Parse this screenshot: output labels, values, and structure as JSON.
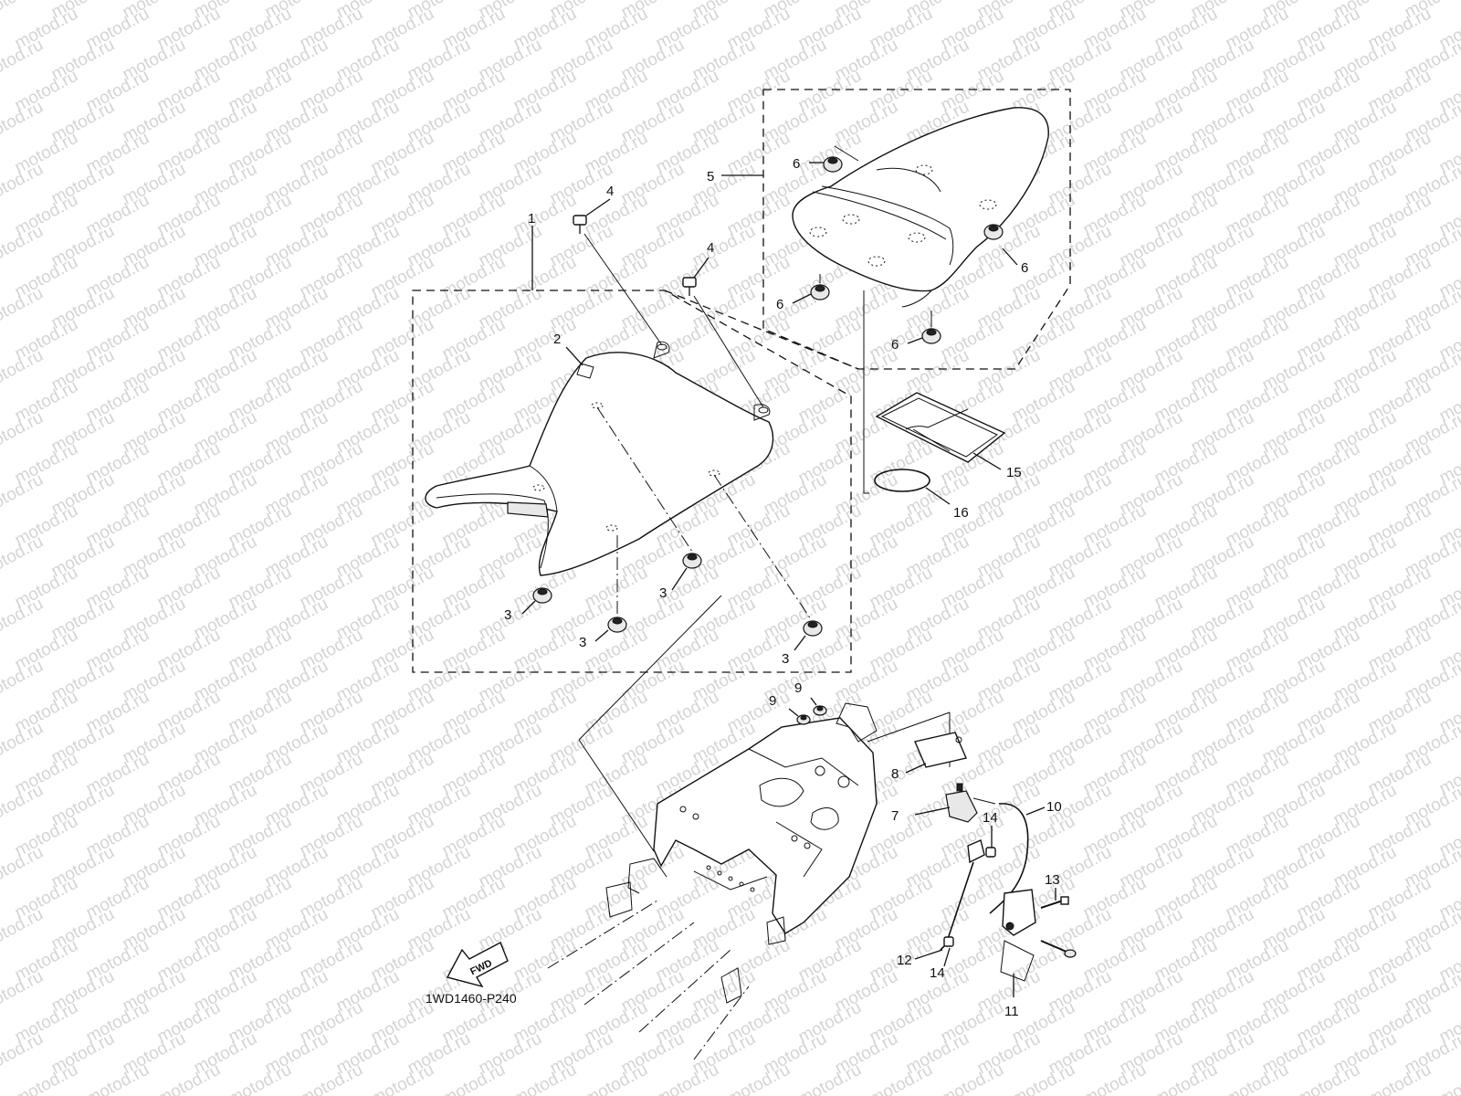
{
  "watermark": "motod.ru",
  "diagram_code": "1WD1460-P240",
  "fwd_label": "FWD",
  "callouts": [
    {
      "id": "c1",
      "text": "1"
    },
    {
      "id": "c2",
      "text": "2"
    },
    {
      "id": "c3a",
      "text": "3"
    },
    {
      "id": "c3b",
      "text": "3"
    },
    {
      "id": "c3c",
      "text": "3"
    },
    {
      "id": "c3d",
      "text": "3"
    },
    {
      "id": "c4a",
      "text": "4"
    },
    {
      "id": "c4b",
      "text": "4"
    },
    {
      "id": "c5",
      "text": "5"
    },
    {
      "id": "c6a",
      "text": "6"
    },
    {
      "id": "c6b",
      "text": "6"
    },
    {
      "id": "c6c",
      "text": "6"
    },
    {
      "id": "c6d",
      "text": "6"
    },
    {
      "id": "c7",
      "text": "7"
    },
    {
      "id": "c8",
      "text": "8"
    },
    {
      "id": "c9a",
      "text": "9"
    },
    {
      "id": "c9b",
      "text": "9"
    },
    {
      "id": "c10",
      "text": "10"
    },
    {
      "id": "c11",
      "text": "11"
    },
    {
      "id": "c12",
      "text": "12"
    },
    {
      "id": "c13",
      "text": "13"
    },
    {
      "id": "c14a",
      "text": "14"
    },
    {
      "id": "c14b",
      "text": "14"
    },
    {
      "id": "c15",
      "text": "15"
    },
    {
      "id": "c16",
      "text": "16"
    }
  ]
}
